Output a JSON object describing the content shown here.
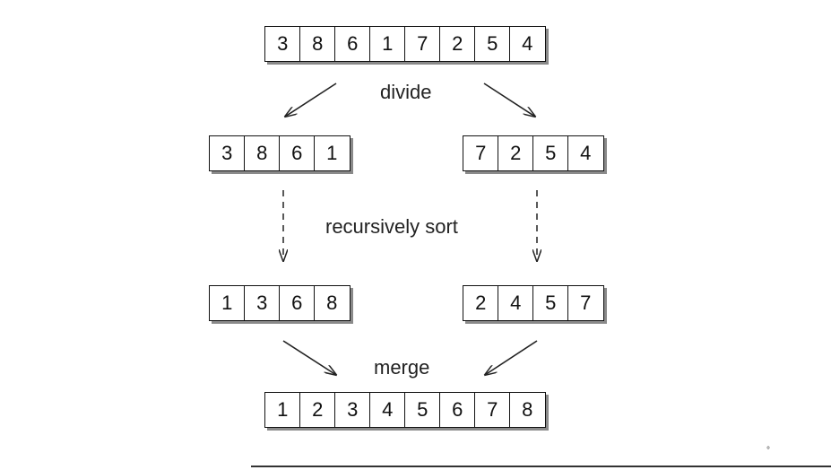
{
  "rows": {
    "input": [
      "3",
      "8",
      "6",
      "1",
      "7",
      "2",
      "5",
      "4"
    ],
    "left_half": [
      "3",
      "8",
      "6",
      "1"
    ],
    "right_half": [
      "7",
      "2",
      "5",
      "4"
    ],
    "left_sorted": [
      "1",
      "3",
      "6",
      "8"
    ],
    "right_sorted": [
      "2",
      "4",
      "5",
      "7"
    ],
    "output": [
      "1",
      "2",
      "3",
      "4",
      "5",
      "6",
      "7",
      "8"
    ]
  },
  "labels": {
    "divide": "divide",
    "recursive": "recursively sort",
    "merge": "merge"
  },
  "footer_mark": "°"
}
